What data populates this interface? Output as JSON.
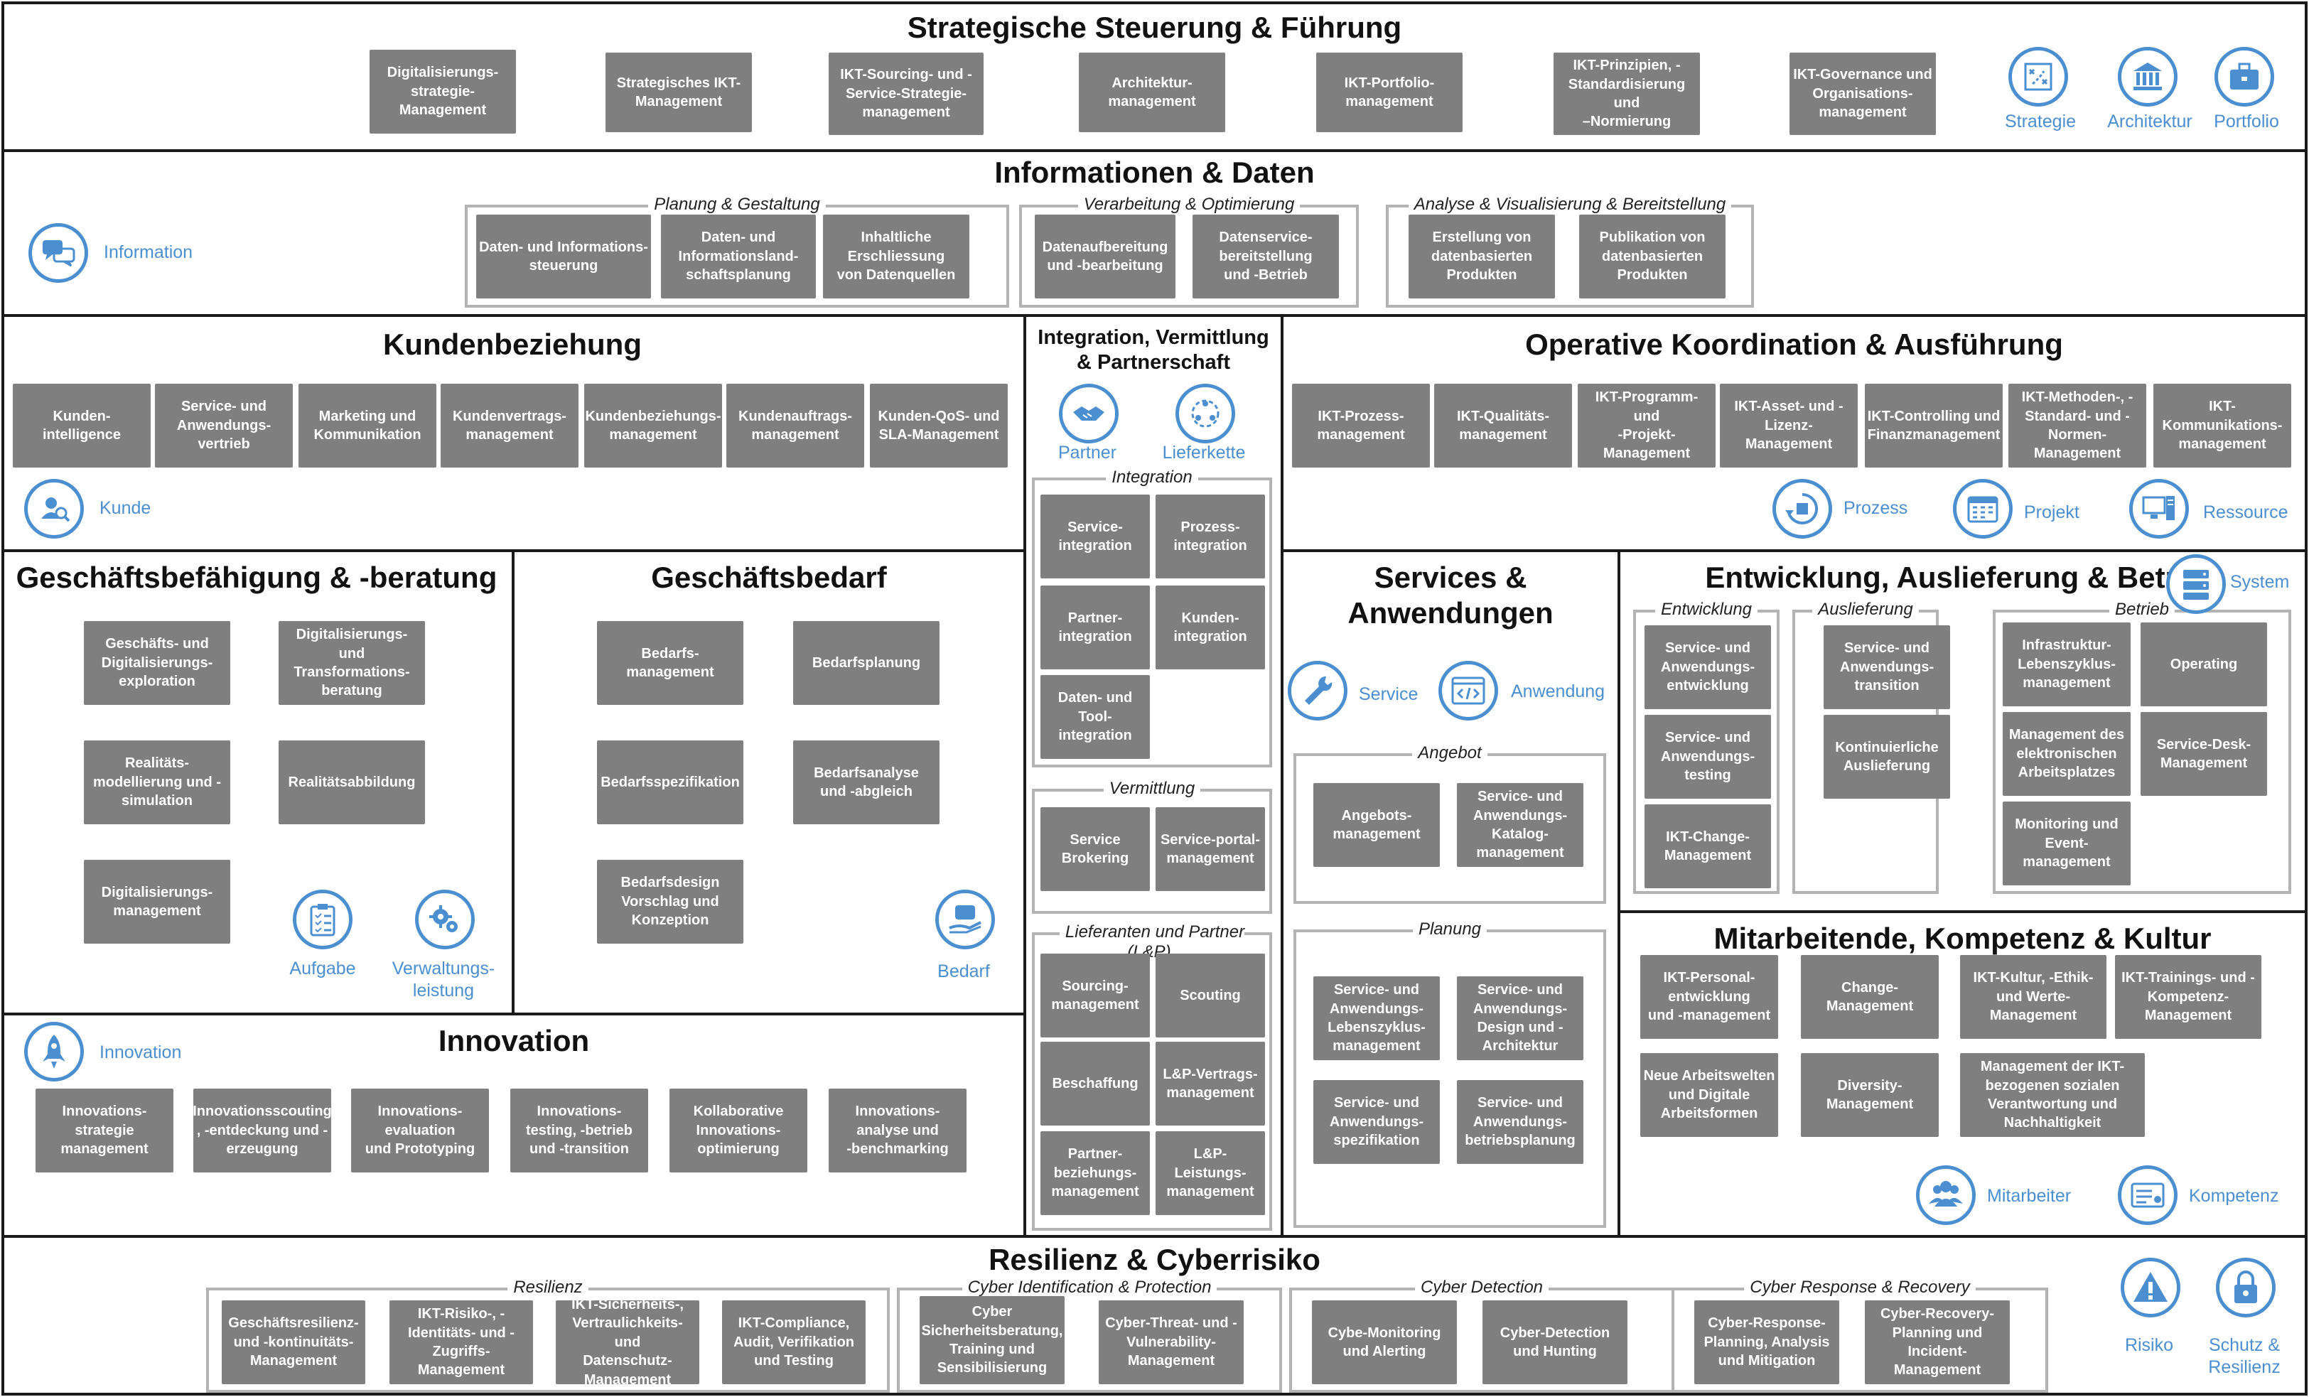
{
  "sections": {
    "strategisch": "Strategische Steuerung & Führung",
    "info": "Informationen & Daten",
    "kunde": "Kundenbeziehung",
    "integration": "Integration,  Vermittlung\n& Partnerschaft",
    "operativ": "Operative Koordination & Ausführung",
    "befaehigung": "Geschäftsbefähigung & -beratung",
    "bedarf": "Geschäftsbedarf",
    "services": "Services &\nAnwendungen",
    "entwicklung": "Entwicklung, Auslieferung & Betrieb",
    "mitarbeitende": "Mitarbeitende, Kompetenz & Kultur",
    "innovation": "Innovation",
    "resilienz": "Resilienz & Cyberrisiko"
  },
  "groups": {
    "planung": "Planung & Gestaltung",
    "verarbeitung": "Verarbeitung & Optimierung",
    "analyse": "Analyse & Visualisierung & Bereitstellung",
    "integration": "Integration",
    "vermittlung": "Vermittlung",
    "lieferanten": "Lieferanten und Partner (L&P)",
    "angebot": "Angebot",
    "planung_sa": "Planung",
    "entwicklung": "Entwicklung",
    "auslieferung": "Auslieferung",
    "betrieb": "Betrieb",
    "resilienz": "Resilienz",
    "cyber_id": "Cyber Identification & Protection",
    "cyber_det": "Cyber Detection",
    "cyber_resp": "Cyber Response & Recovery"
  },
  "boxes": {
    "s1": "Digitalisierungs-\nstrategie-\nManagement",
    "s2": "Strategisches IKT-\nManagement",
    "s3": "IKT-Sourcing- und -\nService-Strategie-\nmanagement",
    "s4": "Architektur-\nmanagement",
    "s5": "IKT-Portfolio-\nmanagement",
    "s6": "IKT-Prinzipien, -\nStandardisierung und\n–Normierung",
    "s7": "IKT-Governance und\nOrganisations-\nmanagement",
    "i1": "Daten- und Informations-\nsteuerung",
    "i2": "Daten- und\nInformationsland-\nschaftsplanung",
    "i3": "Inhaltliche\nErschliessung\nvon Datenquellen",
    "i4": "Datenaufbereitung\nund -bearbeitung",
    "i5": "Datenservice-\nbereitstellung\nund -Betrieb",
    "i6": "Erstellung von\ndatenbasierten\nProdukten",
    "i7": "Publikation von\ndatenbasierten\nProdukten",
    "k1": "Kunden-\nintelligence",
    "k2": "Service- und\nAnwendungs-\nvertrieb",
    "k3": "Marketing und\nKommunikation",
    "k4": "Kundenvertrags-\nmanagement",
    "k5": "Kundenbeziehungs-\nmanagement",
    "k6": "Kundenauftrags-\nmanagement",
    "k7": "Kunden-QoS- und\nSLA-Management",
    "g1": "Service-\nintegration",
    "g2": "Prozess-\nintegration",
    "g3": "Partner-\nintegration",
    "g4": "Kunden-\nintegration",
    "g5": "Daten- und\nTool-\nintegration",
    "v1": "Service\nBrokering",
    "v2": "Service-portal-\nmanagement",
    "l1": "Sourcing-\nmanagement",
    "l2": "Scouting",
    "l3": "Beschaffung",
    "l4": "L&P-Vertrags-\nmanagement",
    "l5": "Partner-\nbeziehungs-\nmanagement",
    "l6": "L&P-Leistungs-\nmanagement",
    "o1": "IKT-Prozess-\nmanagement",
    "o2": "IKT-Qualitäts-\nmanagement",
    "o3": "IKT-Programm- und\n-Projekt-\nManagement",
    "o4": "IKT-Asset- und -\nLizenz-Management",
    "o5": "IKT-Controlling und\nFinanzmanagement",
    "o6": "IKT-Methoden-, -\nStandard- und -\nNormen-\nManagement",
    "o7": "IKT-\nKommunikations-\nmanagement",
    "b1": "Geschäfts- und\nDigitalisierungs-\nexploration",
    "b2": "Digitalisierungs- und\nTransformations-\nberatung",
    "b3": "Realitäts-\nmodellierung und -\nsimulation",
    "b4": "Realitätsabbildung",
    "b5": "Digitalisierungs-\nmanagement",
    "d1": "Bedarfs-\nmanagement",
    "d2": "Bedarfsplanung",
    "d3": "Bedarfsspezifikation",
    "d4": "Bedarfsanalyse\nund -abgleich",
    "d5": "Bedarfsdesign\nVorschlag und\nKonzeption",
    "a1": "Angebots-\nmanagement",
    "a2": "Service- und\nAnwendungs-\nKatalog-\nmanagement",
    "p1": "Service- und\nAnwendungs-\nLebenszyklus-\nmanagement",
    "p2": "Service- und\nAnwendungs-\nDesign und -\nArchitektur",
    "p3": "Service- und\nAnwendungs-\nspezifikation",
    "p4": "Service- und\nAnwendungs-\nbetriebsplanung",
    "e1": "Service- und\nAnwendungs-\nentwicklung",
    "e2": "Service- und\nAnwendungs-\ntesting",
    "e3": "IKT-Change-\nManagement",
    "e4": "Service- und\nAnwendungs-\ntransition",
    "e5": "Kontinuierliche\nAuslieferung",
    "e6": "Infrastruktur-\nLebenszyklus-\nmanagement",
    "e7": "Operating",
    "e8": "Management des\nelektronischen\nArbeitsplatzes",
    "e9": "Service-Desk-\nManagement",
    "e10": "Monitoring und\nEvent-\nmanagement",
    "m1": "IKT-Personal-\nentwicklung\nund -management",
    "m2": "Change-\nManagement",
    "m3": "IKT-Kultur, -Ethik-\nund Werte-\nManagement",
    "m4": "IKT-Trainings- und -\nKompetenz-\nManagement",
    "m5": "Neue Arbeitswelten\nund Digitale\nArbeitsformen",
    "m6": "Diversity-\nManagement",
    "m7": "Management der IKT-\nbezogenen sozialen\nVerantwortung und\nNachhaltigkeit",
    "n1": "Innovations-\nstrategie\nmanagement",
    "n2": "Innovationsscouting\n, -entdeckung und -\nerzeugung",
    "n3": "Innovations-\nevaluation\nund Prototyping",
    "n4": "Innovations-\ntesting, -betrieb\nund -transition",
    "n5": "Kollaborative\nInnovations-\noptimierung",
    "n6": "Innovations-\nanalyse und\n-benchmarking",
    "r1": "Geschäftsresilienz-\nund -kontinuitäts-\nManagement",
    "r2": "IKT-Risiko-, -\nIdentitäts- und -\nZugriffs-\nManagement",
    "r3": "IKT-Sicherheits-,\nVertraulichkeits- und\nDatenschutz-\nManagement",
    "r4": "IKT-Compliance,\nAudit, Verifikation\nund Testing",
    "r5": "Cyber\nSicherheitsberatung,\nTraining und\nSensibilisierung",
    "r6": "Cyber-Threat- und -\nVulnerability-\nManagement",
    "r7": "Cybe-Monitoring\nund Alerting",
    "r8": "Cyber-Detection\nund Hunting",
    "r9": "Cyber-Response-\nPlanning, Analysis\nund Mitigation",
    "r10": "Cyber-Recovery-\nPlanning und\nIncident-\nManagement"
  },
  "icons": {
    "strategie": {
      "label": "Strategie",
      "icon": "strategy-board-icon"
    },
    "architektur": {
      "label": "Architektur",
      "icon": "building-columns-icon"
    },
    "portfolio": {
      "label": "Portfolio",
      "icon": "briefcase-icon"
    },
    "information": {
      "label": "Information",
      "icon": "chat-bubbles-icon"
    },
    "kunde": {
      "label": "Kunde",
      "icon": "user-search-icon"
    },
    "partner": {
      "label": "Partner",
      "icon": "handshake-icon"
    },
    "lieferkette": {
      "label": "Lieferkette",
      "icon": "supply-chain-icon"
    },
    "prozess": {
      "label": "Prozess",
      "icon": "cycle-process-icon"
    },
    "projekt": {
      "label": "Projekt",
      "icon": "calendar-icon"
    },
    "ressource": {
      "label": "Ressource",
      "icon": "computer-icon"
    },
    "aufgabe": {
      "label": "Aufgabe",
      "icon": "clipboard-icon"
    },
    "verwaltung": {
      "label": "Verwaltungs-\nleistung",
      "icon": "gears-icon"
    },
    "bedarf": {
      "label": "Bedarf",
      "icon": "hand-chat-icon"
    },
    "service": {
      "label": "Service",
      "icon": "wrench-icon"
    },
    "anwendung": {
      "label": "Anwendung",
      "icon": "code-window-icon"
    },
    "system": {
      "label": "System",
      "icon": "server-icon"
    },
    "mitarbeiter": {
      "label": "Mitarbeiter",
      "icon": "people-icon"
    },
    "kompetenz": {
      "label": "Kompetenz",
      "icon": "certificate-icon"
    },
    "innovation": {
      "label": "Innovation",
      "icon": "rocket-icon"
    },
    "risiko": {
      "label": "Risiko",
      "icon": "warning-icon"
    },
    "schutz": {
      "label": "Schutz &\nResilienz",
      "icon": "lock-icon"
    }
  },
  "colors": {
    "box": "#7f7f7f",
    "icon": "#4b8fd0",
    "border": "#1a1a1a",
    "group": "#b3b3b3"
  }
}
